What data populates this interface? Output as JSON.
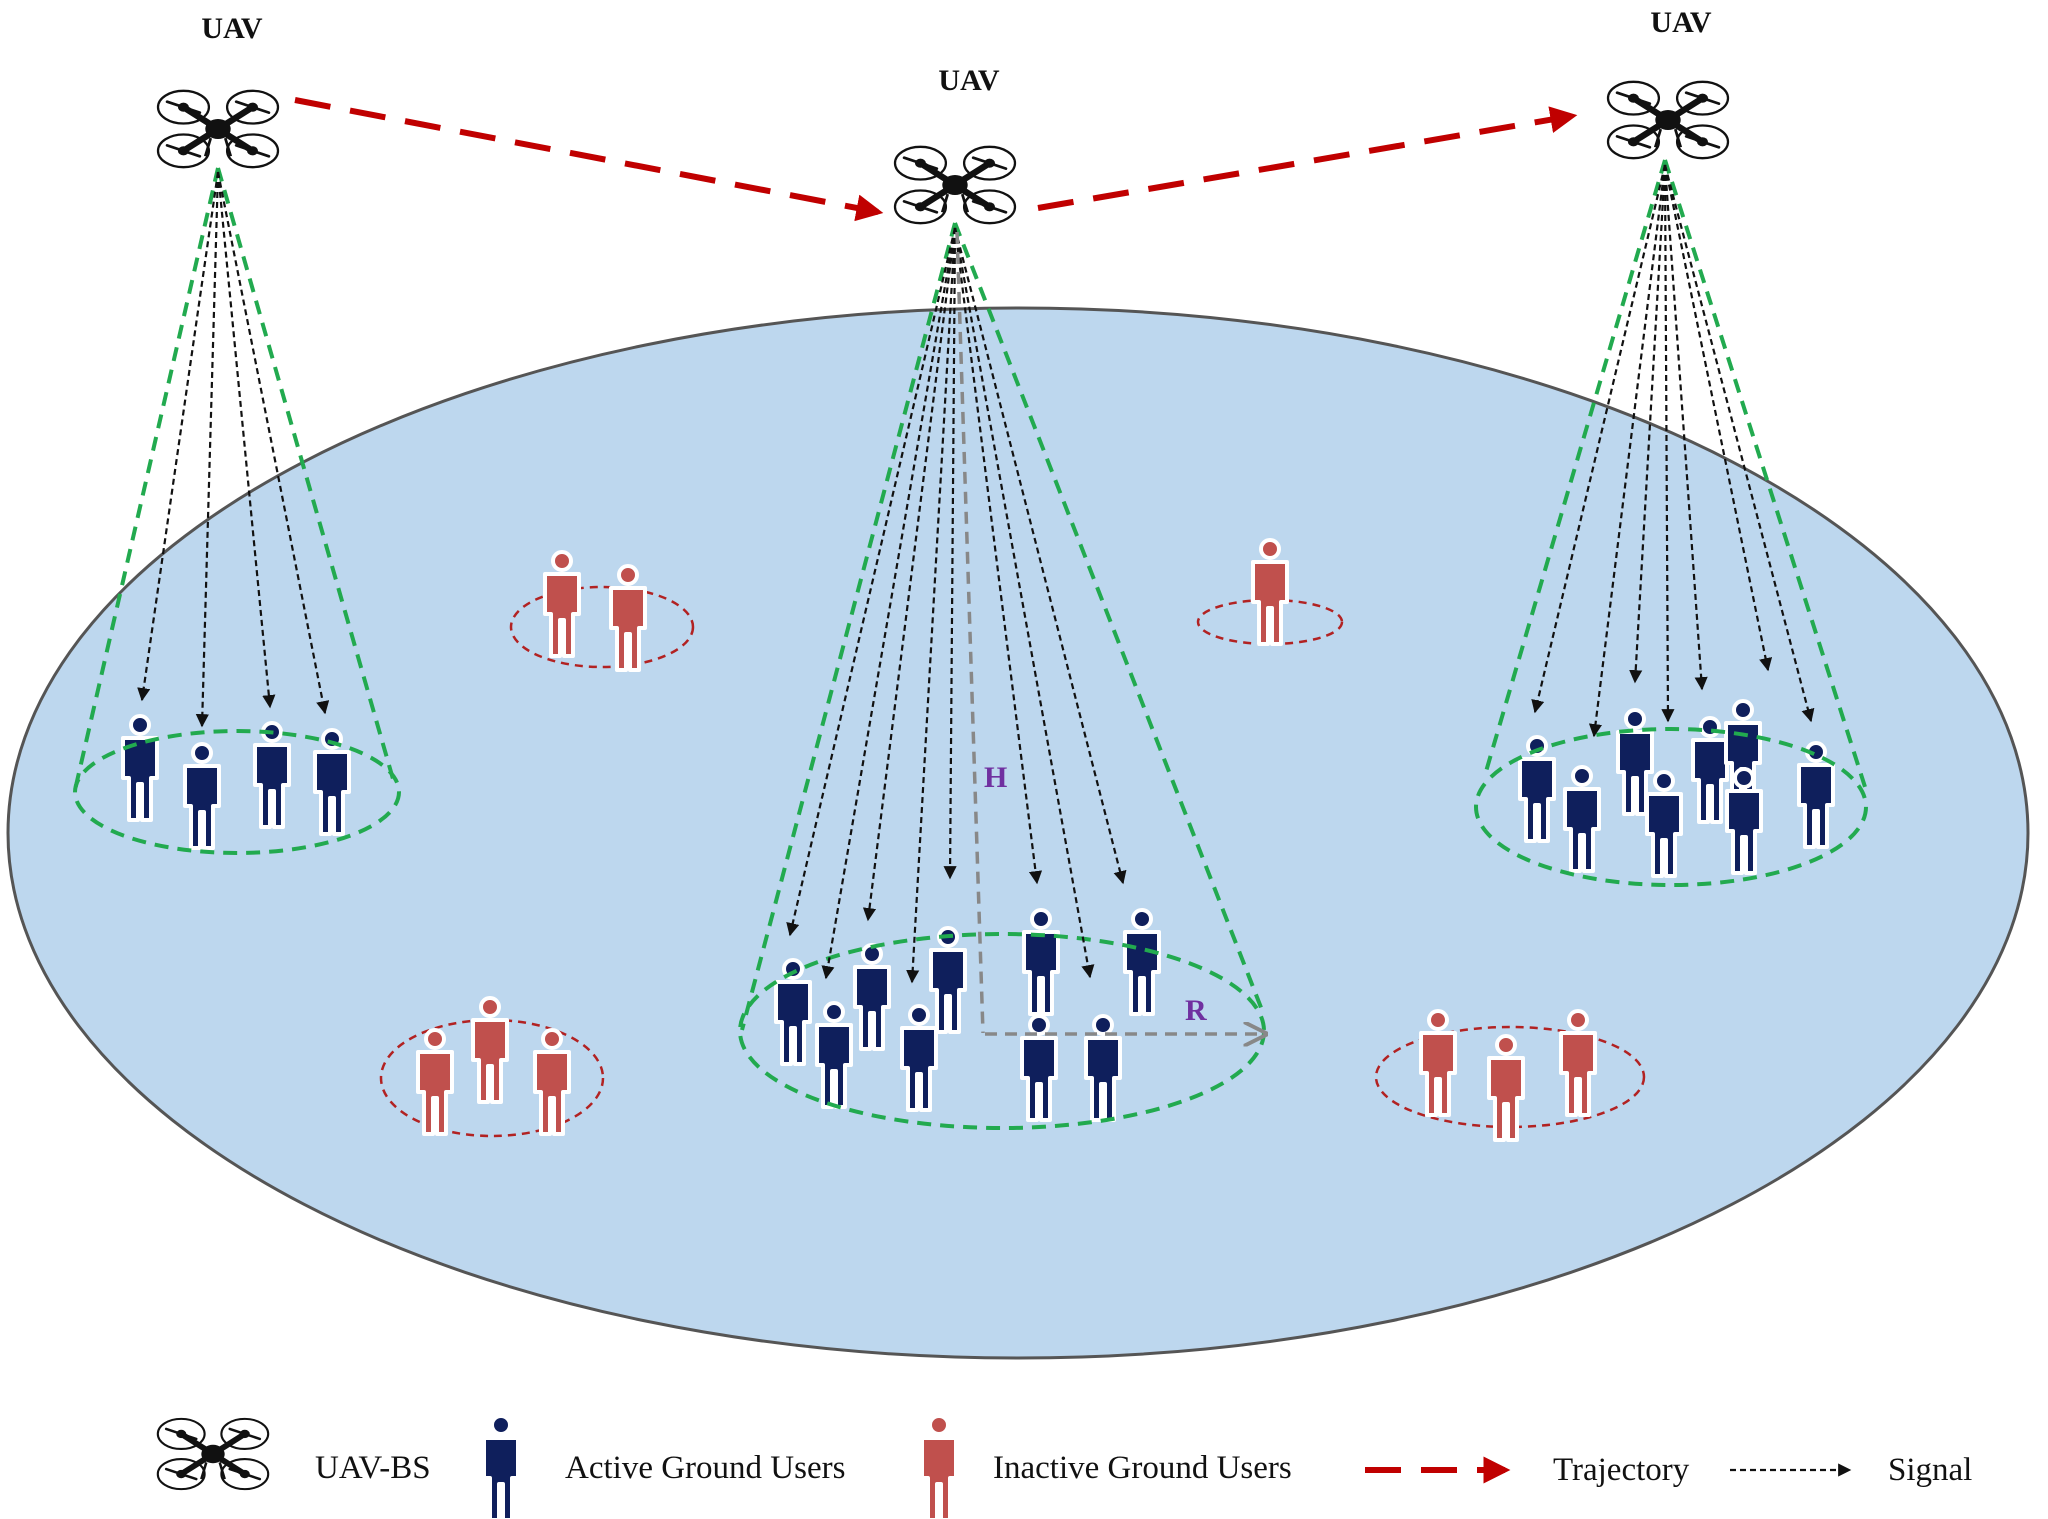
{
  "uav_labels": [
    "UAV",
    "UAV",
    "UAV"
  ],
  "dimension_labels": {
    "height": "H",
    "radius": "R"
  },
  "legend": [
    {
      "key": "uav",
      "label": "UAV-BS"
    },
    {
      "key": "active",
      "label": "Active Ground Users"
    },
    {
      "key": "inactive",
      "label": "Inactive Ground Users"
    },
    {
      "key": "trajectory",
      "label": "Trajectory"
    },
    {
      "key": "signal",
      "label": "Signal"
    }
  ],
  "colors": {
    "ground": "#bdd7ee",
    "ground_stroke": "#555555",
    "active_user": "#0f1f5c",
    "inactive_user": "#c0504d",
    "coverage_cone": "#22aa4f",
    "inactive_ring": "#b22222",
    "trajectory": "#c00000",
    "signal": "#111111",
    "dimension": "#888888"
  },
  "icons": {
    "uav": "quadcopter-drone-icon",
    "active": "person-icon",
    "inactive": "person-icon"
  }
}
